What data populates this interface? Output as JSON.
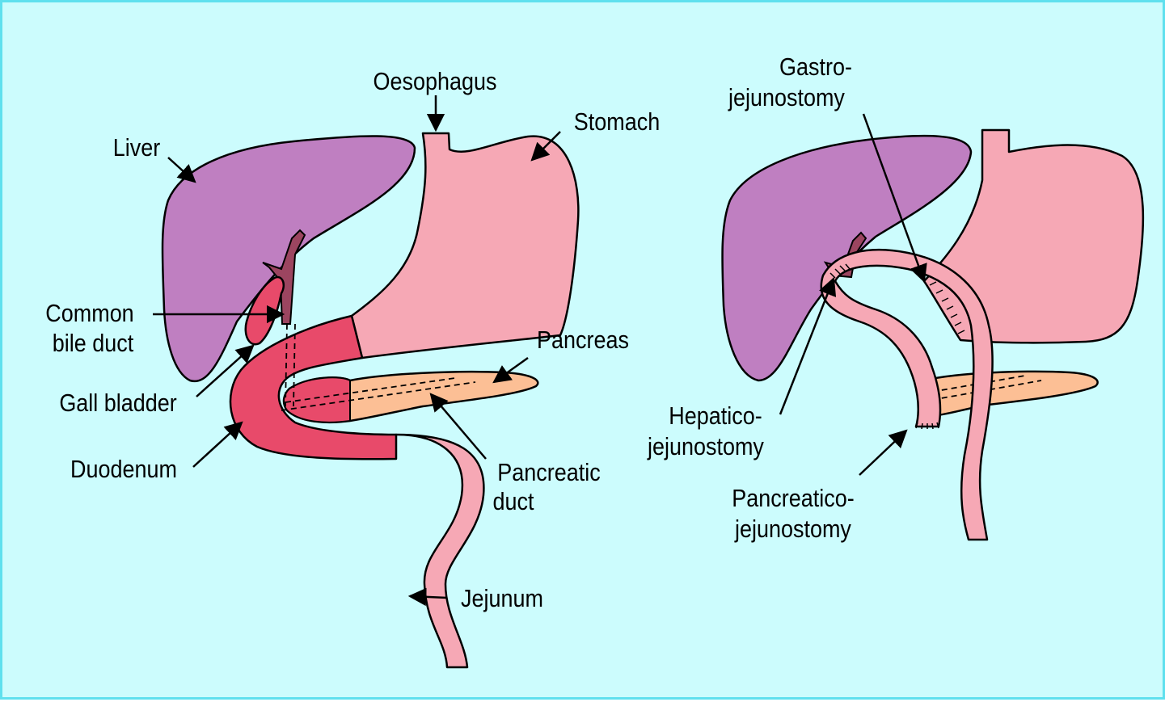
{
  "colors": {
    "background": "#ccfcfd",
    "border": "#5fe0ee",
    "liver": "#bf7fc1",
    "stomach": "#f6a8b5",
    "duodenum": "#e84a6a",
    "pancreas": "#fcbf95",
    "jejunum": "#f6a8b5",
    "bile_duct": "#9c4560"
  },
  "left_diagram": {
    "labels": {
      "oesophagus": "Oesophagus",
      "stomach": "Stomach",
      "liver": "Liver",
      "common_bile_duct_1": "Common",
      "common_bile_duct_2": "bile duct",
      "gall_bladder": "Gall bladder",
      "pancreas": "Pancreas",
      "duodenum": "Duodenum",
      "pancreatic_duct_1": "Pancreatic",
      "pancreatic_duct_2": "duct",
      "jejunum": "Jejunum"
    }
  },
  "right_diagram": {
    "labels": {
      "gastrojejunostomy_1": "Gastro-",
      "gastrojejunostomy_2": "jejunostomy",
      "hepaticojejunostomy_1": "Hepatico-",
      "hepaticojejunostomy_2": "jejunostomy",
      "pancreaticojejunostomy_1": "Pancreatico-",
      "pancreaticojejunostomy_2": "jejunostomy"
    }
  }
}
